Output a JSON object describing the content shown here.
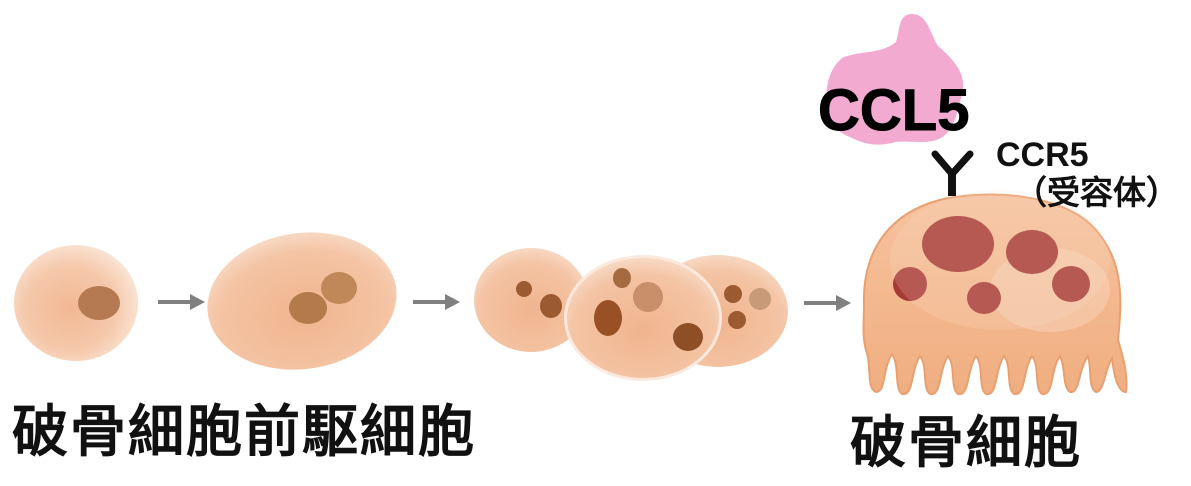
{
  "labels": {
    "precursor": "破骨細胞前駆細胞",
    "osteoclast": "破骨細胞",
    "ligand": "CCL5",
    "receptor_name": "CCR5",
    "receptor_note": "（受容体）"
  },
  "colors": {
    "cell_fill": "#f5c6a6",
    "cell_edge": "#f9e4d6",
    "nucleus_light": "#b57a4c",
    "nucleus_dark": "#8e4f26",
    "osteoclast_body": "#f3b488",
    "osteoclast_nucleus": "#a63b36",
    "ccl5_blob": "#f2a8cc",
    "arrow": "#808080",
    "receptor": "#111111"
  },
  "icons": {
    "arrow": "right-arrow-icon",
    "receptor": "y-shaped-receptor-icon",
    "ligand": "ligand-blob-icon"
  }
}
